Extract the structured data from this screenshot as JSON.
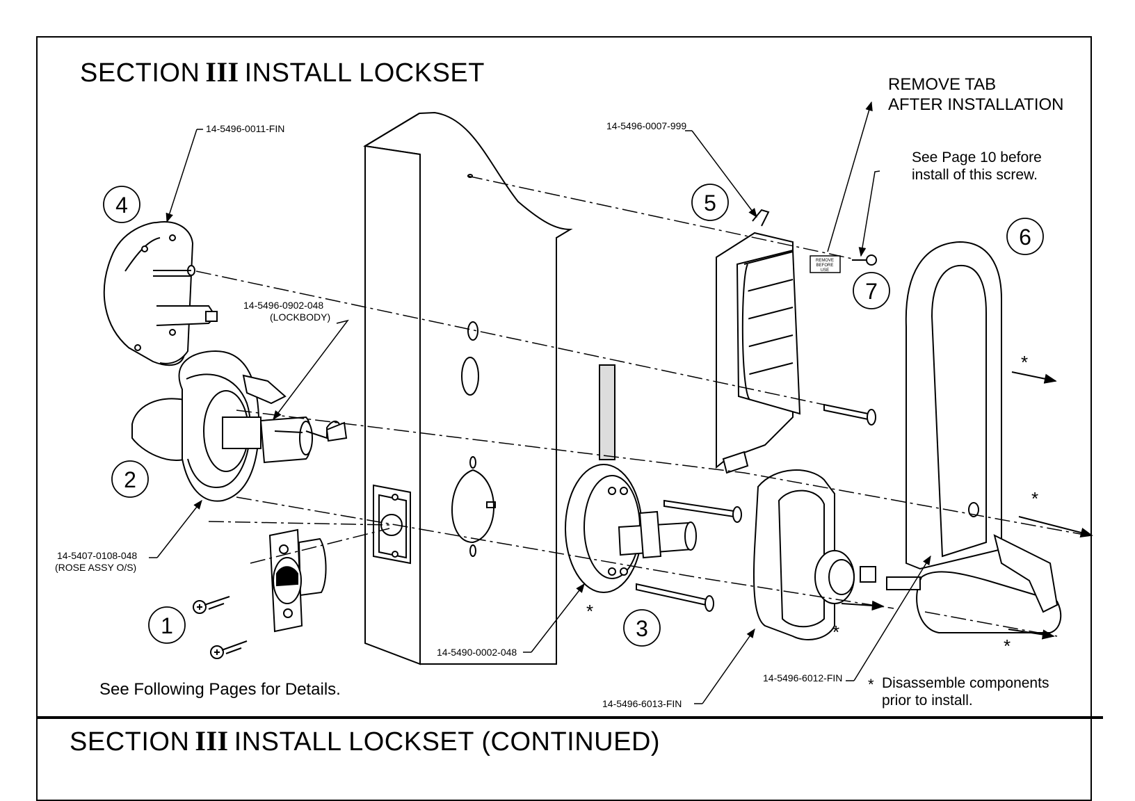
{
  "section": {
    "title_prefix": "SECTION",
    "roman": "III",
    "title_suffix": "INSTALL LOCKSET",
    "continued_suffix": "INSTALL LOCKSET (CONTINUED)"
  },
  "notes": {
    "remove_tab_line1": "REMOVE TAB",
    "remove_tab_line2": "AFTER INSTALLATION",
    "see_page_line1": "See Page 10 before",
    "see_page_line2": "install of this screw.",
    "following_pages": "See Following Pages for Details.",
    "star_glyph": "*",
    "disassemble_line1": "Disassemble components",
    "disassemble_line2": "prior to install."
  },
  "tab_label": {
    "line1": "REMOVE",
    "line2": "BEFORE",
    "line3": "USE"
  },
  "part_numbers": {
    "p4": "14-5496-0011-FIN",
    "p5": "14-5496-0007-999",
    "lockbody": "14-5496-0902-048",
    "lockbody_note": "(LOCKBODY)",
    "rose": "14-5407-0108-048",
    "rose_note": "(ROSE ASSY O/S)",
    "p3": "14-5490-0002-048",
    "p6013": "14-5496-6013-FIN",
    "p6012": "14-5496-6012-FIN"
  },
  "callouts": {
    "c1": "1",
    "c2": "2",
    "c3": "3",
    "c4": "4",
    "c5": "5",
    "c6": "6",
    "c7": "7"
  },
  "star": "*"
}
